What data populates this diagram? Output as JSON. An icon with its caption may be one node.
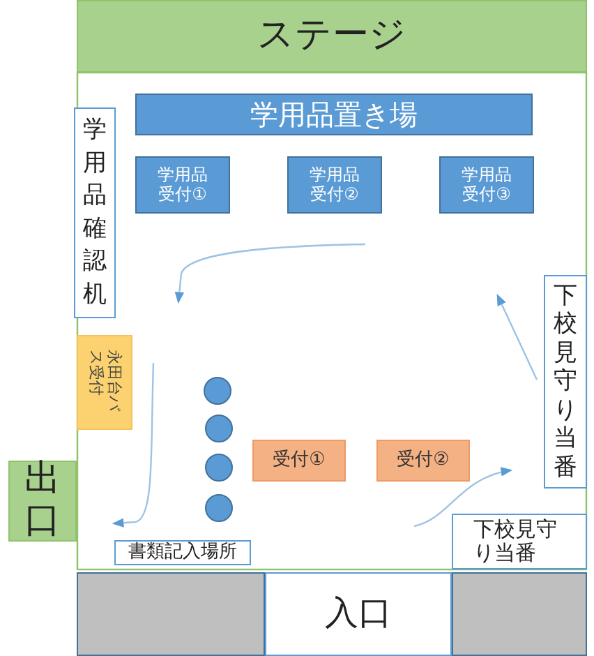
{
  "diagram": {
    "nodes": [
      {
        "text": [
          "ステージ"
        ]
      },
      {
        "text": [
          "学用品置き場"
        ]
      },
      {
        "text": [
          "学用品受付①"
        ]
      },
      {
        "text": [
          "学用品受付②"
        ]
      },
      {
        "text": [
          "学用品受付③"
        ]
      },
      {
        "text": [
          "学用品確認机"
        ]
      },
      {
        "text": [
          "永田台バス受付"
        ]
      },
      {
        "text": [
          "下校見守り当番"
        ]
      },
      {
        "text": [],
        "shape": "circle"
      },
      {
        "text": [],
        "shape": "circle"
      },
      {
        "text": [],
        "shape": "circle"
      },
      {
        "text": [],
        "shape": "circle"
      },
      {
        "text": [
          "受付①"
        ]
      },
      {
        "text": [
          "受付②"
        ]
      },
      {
        "text": [
          "出口"
        ]
      },
      {
        "text": [
          "書類記入場所"
        ]
      },
      {
        "text": [
          "下校見守り当番"
        ]
      },
      {
        "text": [],
        "shape": "box"
      },
      {
        "text": [
          "入口"
        ]
      },
      {
        "text": [],
        "shape": "box"
      }
    ]
  }
}
